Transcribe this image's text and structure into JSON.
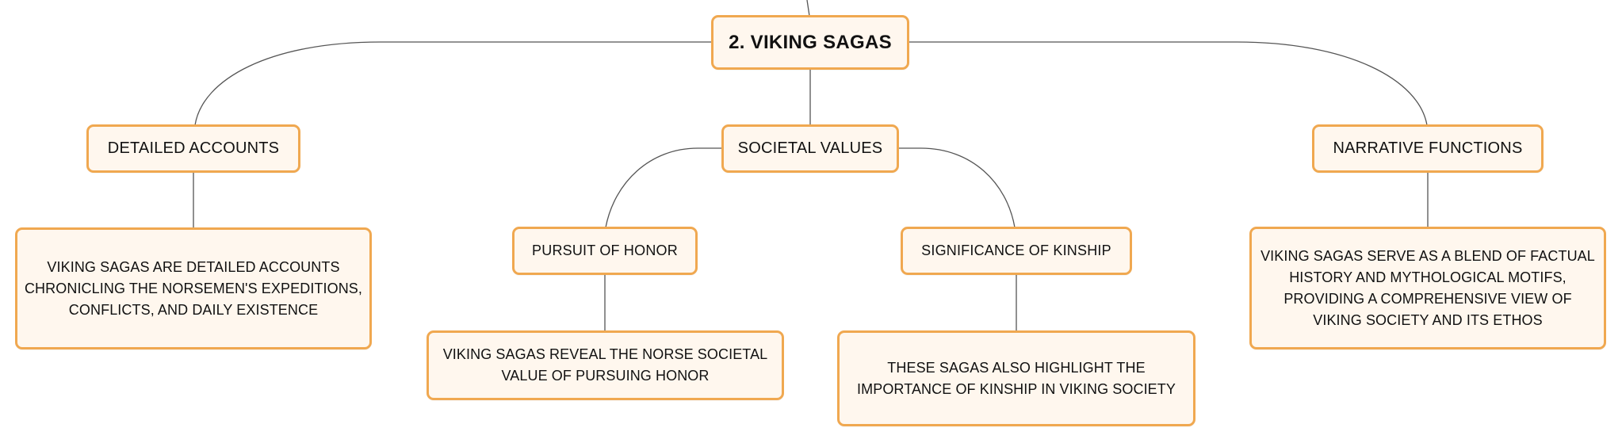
{
  "diagram": {
    "root": {
      "label": "2. VIKING SAGAS"
    },
    "branches": [
      {
        "label": "DETAILED ACCOUNTS",
        "leaf": "VIKING SAGAS ARE DETAILED ACCOUNTS CHRONICLING THE NORSEMEN'S EXPEDITIONS, CONFLICTS, AND DAILY EXISTENCE"
      },
      {
        "label": "SOCIETAL VALUES",
        "children": [
          {
            "label": "PURSUIT OF HONOR",
            "leaf": "VIKING SAGAS REVEAL THE NORSE SOCIETAL VALUE OF PURSUING HONOR"
          },
          {
            "label": "SIGNIFICANCE OF KINSHIP",
            "leaf": "THESE SAGAS ALSO HIGHLIGHT THE IMPORTANCE OF KINSHIP IN VIKING SOCIETY"
          }
        ]
      },
      {
        "label": "NARRATIVE FUNCTIONS",
        "leaf": "VIKING SAGAS SERVE AS A BLEND OF FACTUAL HISTORY AND MYTHOLOGICAL MOTIFS, PROVIDING A COMPREHENSIVE VIEW OF VIKING SOCIETY AND ITS ETHOS"
      }
    ]
  },
  "colors": {
    "node_border": "#f0a850",
    "node_fill": "#fff7ee",
    "connector": "#555555",
    "text": "#111111"
  }
}
